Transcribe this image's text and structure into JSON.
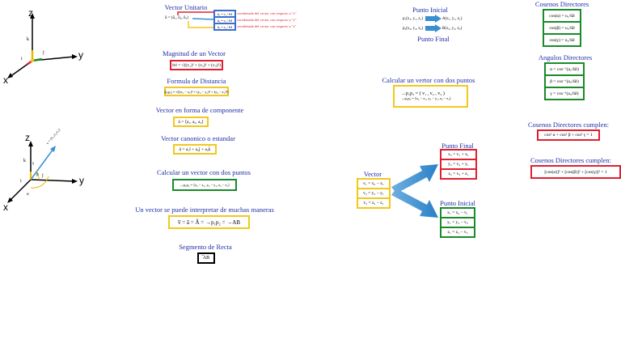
{
  "axes1": {
    "z": "z",
    "y": "y",
    "x": "x",
    "k": "k",
    "j": "j",
    "i": "i"
  },
  "axes2": {
    "z": "z",
    "y": "y",
    "x": "x",
    "k": "k",
    "j": "j",
    "i": "i",
    "vec": "v = (v₁,v₂,v₃)",
    "alpha": "α",
    "beta": "β",
    "gamma": "γ"
  },
  "vector_unitario": {
    "title": "Vector Unitario",
    "lhs": "û = (û₁, û₂, û₃)",
    "rows": [
      {
        "box": "û₁ = v₁ / ‖v‖",
        "note": "coordenada del vector con respecto a \"x\""
      },
      {
        "box": "û₂ = v₂ / ‖v‖",
        "note": "coordenada del vector con respecto a \"y\""
      },
      {
        "box": "û₃ = v₃ / ‖v‖",
        "note": "coordenada del vector con respecto a \"z\""
      }
    ]
  },
  "magnitud": {
    "title": "Magnitud de un Vector",
    "formula": "‖v‖ = √((v₁)² + (v₂)² + (v₃)²)"
  },
  "distancia": {
    "title": "Formula de Distancia",
    "formula": "|̅p₁p₂| = √((x₂ − x₁)² + (y₂ − y₁)² + (z₂ − z₁)²)"
  },
  "componente": {
    "title": "Vector en forma de componente",
    "formula": "ā = ⟨a₁, a₂, a₃⟩"
  },
  "canonico": {
    "title": "Vector canonico o estandar",
    "formula": "ā = a₁î + a₂ĵ + a₃k̂"
  },
  "calcular1": {
    "title": "Calcular un vector con dos puntos",
    "formula": "→p₁p₂ = ⟨x₂ − x₁, y₂ − y₁, z₂ − z₁⟩"
  },
  "interpretar": {
    "title": "Un vector se puede interpretar de muchas maneras",
    "formula": "v̅ = ā = Â = →p₁p₂ = →AB"
  },
  "segmento": {
    "title": "Segmento de Recta",
    "formula": "̅AB"
  },
  "puntos": {
    "inicial_title": "Punto Inicial",
    "final_title": "Punto Final",
    "row1_left": "p₁(x₁, y₁, z₁)",
    "row1_right": "A(x₁, y₁, z₁)",
    "row2_left": "p₂(x₂, y₂, z₂)",
    "row2_right": "B(x₂, y₂, z₂)"
  },
  "calcular2": {
    "title": "Calcular un vertor con dos puntos",
    "line1": "→p₁p₂ = ( v₁ ,  v₂ ,  v₃ )",
    "line2": "→p₁p₂ = ⟨x₂ − x₁, y₂ − y₁, z₂ − z₁⟩"
  },
  "vector_stack": {
    "title": "Vector",
    "cells": [
      "v₁ = x₂ − x₁",
      "v₂ = y₂ − y₁",
      "v₃ = z₂ − z₁"
    ]
  },
  "punto_final": {
    "title": "Punto Final",
    "cells": [
      "x₂ = v₁ + x₁",
      "y₂ = v₂ + y₁",
      "z₂ = v₃ + z₁"
    ]
  },
  "punto_inicial": {
    "title": "Punto Inicial",
    "cells": [
      "x₁ = x₂ − v₁",
      "y₁ = y₂ − v₂",
      "z₁ = z₂ − v₃"
    ]
  },
  "cosenos": {
    "title": "Cosenos Directores",
    "cells": [
      "cos(α) = u₁/‖ā‖",
      "cos(β) = u₂/‖ā‖",
      "cos(γ) = u₃/‖ā‖"
    ]
  },
  "angulos": {
    "title": "Angulos Directores",
    "cells": [
      "α = cos⁻¹(a₁/‖ā‖)",
      "β = cos⁻¹(a₂/‖ā‖)",
      "γ = cos⁻¹(a₃/‖ā‖)"
    ]
  },
  "cumplen1": {
    "title": "Cosenos Directores cumplen:",
    "formula": "cos² α + cos² β + cos² γ = 1"
  },
  "cumplen2": {
    "title": "Cosenos Directores cumplen:",
    "formula": "[cos(α)]² + [cos(β)]² + [cos(γ)]² = 1"
  },
  "colors": {
    "title_blue": "#1f2fa8",
    "red": "#e02030",
    "yellow": "#f2c81c",
    "green": "#1a8a2a",
    "arrow_blue": "#3a8fd0"
  }
}
